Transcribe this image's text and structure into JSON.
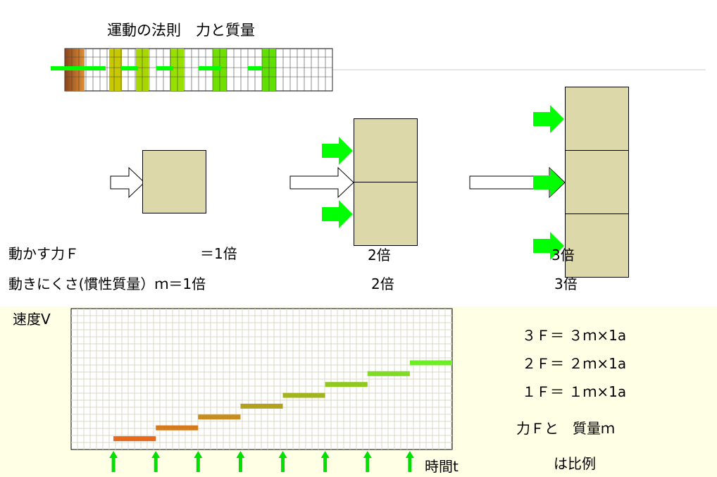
{
  "title": "運動の法則　力と質量",
  "colors": {
    "block": "#dcd8aa",
    "push_arrow": "#00ff00",
    "bottom_panel": "#ffffe6",
    "grid": "#d8d8c4"
  },
  "rows": {
    "force_label": "動かす力Ｆ",
    "force_values": [
      "＝1倍",
      "2倍",
      "3倍"
    ],
    "mass_label": "動きにくさ(慣性質量）ｍ＝1倍",
    "mass_values": [
      "2倍",
      "3倍"
    ]
  },
  "graph": {
    "ylabel": "速度V",
    "xlabel": "時間t"
  },
  "equations": [
    "３Ｆ＝ ３ｍ×1a",
    "２Ｆ＝ ２ｍ×1a",
    "１Ｆ＝ １ｍ×1a"
  ],
  "conclusion": {
    "line1": "力Ｆと　質量ｍ",
    "line2": "は比例"
  },
  "chart_data": {
    "type": "line",
    "title": "",
    "xlabel": "時間t",
    "ylabel": "速度V",
    "x": [
      0,
      1,
      2,
      3,
      4,
      5,
      6,
      7
    ],
    "values": [
      1,
      2,
      3,
      4,
      5,
      6,
      7,
      8
    ],
    "step": true,
    "push_markers_at": [
      0,
      1,
      2,
      3,
      4,
      5,
      6,
      7
    ],
    "ylim": [
      0,
      13
    ],
    "xlim": [
      -1,
      8
    ],
    "grid": true
  }
}
